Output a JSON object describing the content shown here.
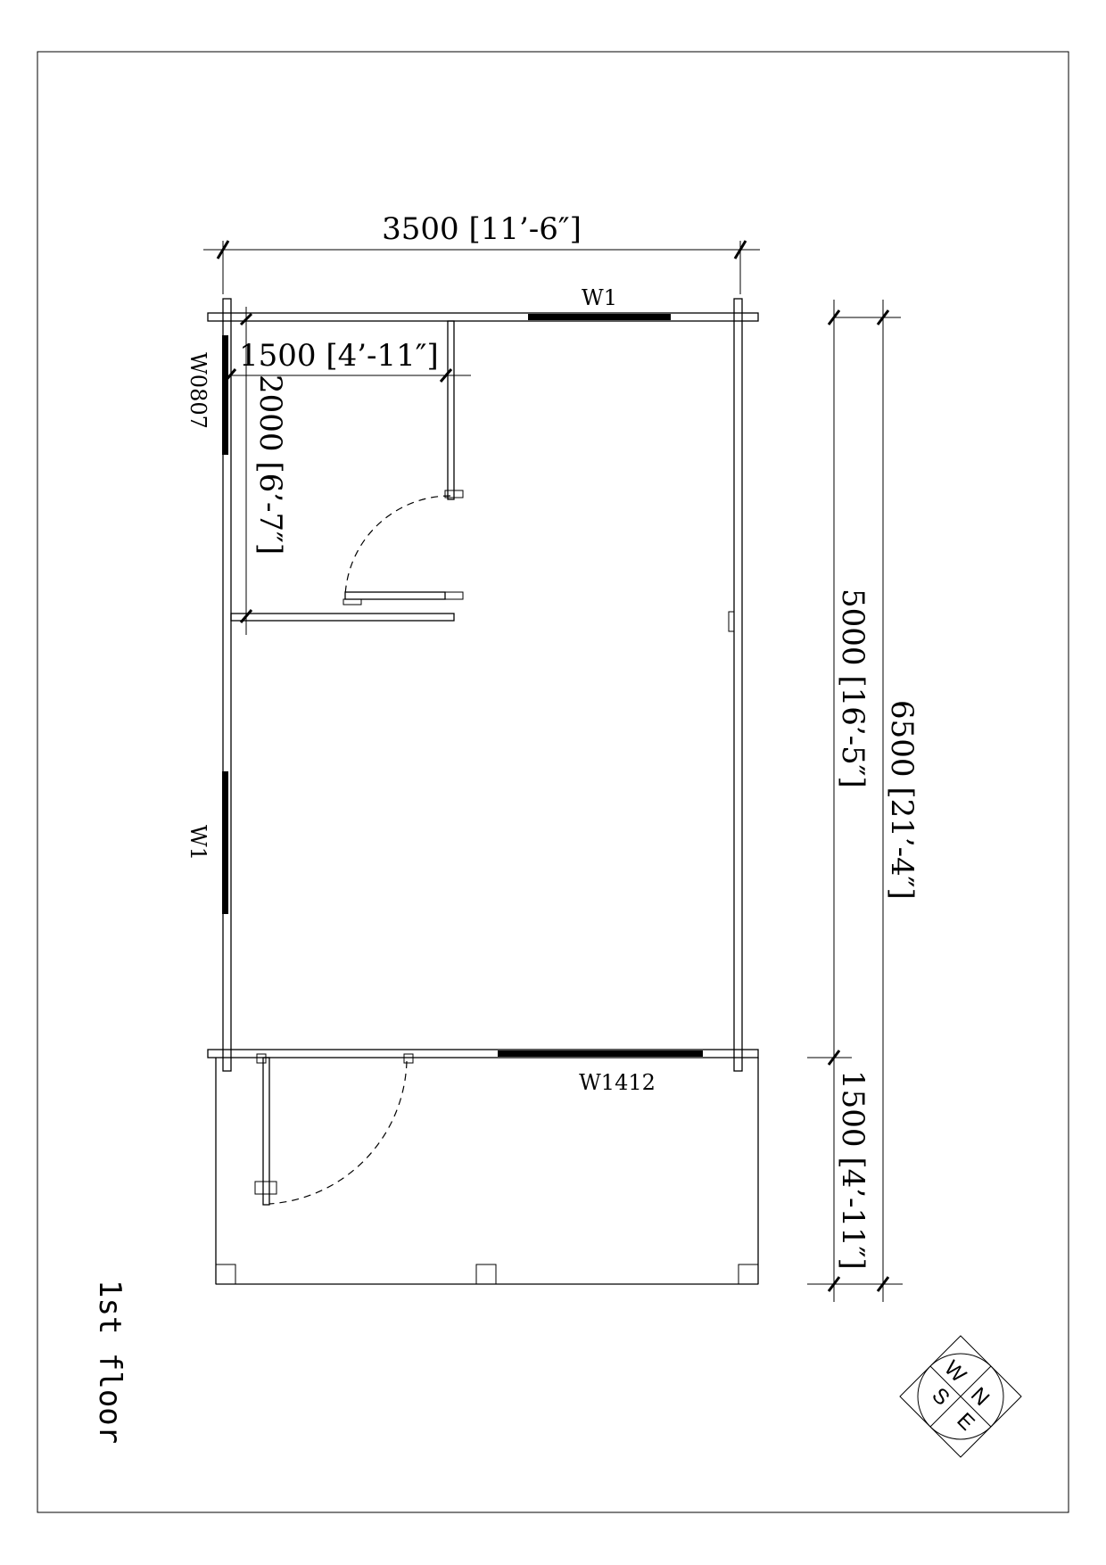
{
  "dimensions": {
    "overall_width": "3500 [11’-6″]",
    "room_width": "1500 [4’-11″]",
    "room_depth": "2000 [6’-7″]",
    "main_depth": "5000 [16’-5″]",
    "overall_depth": "6500 [21’-4″]",
    "porch_depth": "1500 [4’-11″]"
  },
  "windows": {
    "top": "W1",
    "left_upper": "W0807",
    "left_lower": "W1",
    "bottom": "W1412"
  },
  "floor_label": "1st floor",
  "compass": {
    "n": "N",
    "e": "E",
    "s": "S",
    "w": "W"
  }
}
